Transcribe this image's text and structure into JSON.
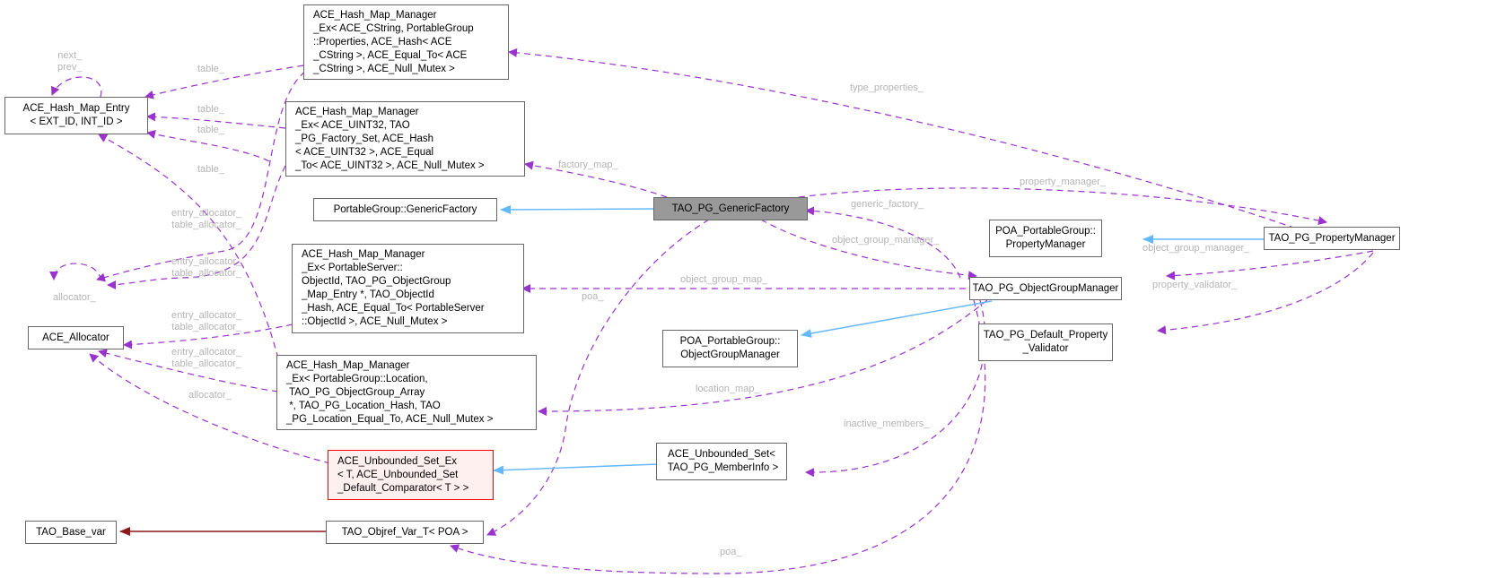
{
  "colors": {
    "usage_edge": "#9a32cd",
    "inherit_edge": "#63b8ff",
    "template_edge": "#8b1a1a",
    "edge_label": "#b4b4b4",
    "node_border": "#666666",
    "focus_fill": "#999999",
    "incomplete_border": "#ff0000",
    "incomplete_fill": "#fff0f0"
  },
  "nodes": {
    "hash_map_entry": "ACE_Hash_Map_Entry\n< EXT_ID, INT_ID >",
    "allocator": "ACE_Allocator",
    "base_var": "TAO_Base_var",
    "hmm_cstring": "ACE_Hash_Map_Manager\n_Ex< ACE_CString, PortableGroup\n::Properties, ACE_Hash< ACE\n_CString >, ACE_Equal_To< ACE\n_CString >, ACE_Null_Mutex >",
    "hmm_uint32": "ACE_Hash_Map_Manager\n_Ex< ACE_UINT32, TAO\n_PG_Factory_Set, ACE_Hash\n< ACE_UINT32 >, ACE_Equal\n_To< ACE_UINT32 >, ACE_Null_Mutex >",
    "generic_factory_iface": "PortableGroup::GenericFactory",
    "hmm_objectid": "ACE_Hash_Map_Manager\n_Ex< PortableServer::\nObjectId, TAO_PG_ObjectGroup\n_Map_Entry *, TAO_ObjectId\n_Hash, ACE_Equal_To< PortableServer\n::ObjectId >, ACE_Null_Mutex >",
    "hmm_location": "ACE_Hash_Map_Manager\n_Ex< PortableGroup::Location,\n TAO_PG_ObjectGroup_Array\n *, TAO_PG_Location_Hash, TAO\n_PG_Location_Equal_To, ACE_Null_Mutex >",
    "unbounded_set_ex": "ACE_Unbounded_Set_Ex\n< T, ACE_Unbounded_Set\n_Default_Comparator< T > >",
    "objref_var": "TAO_Objref_Var_T< POA >",
    "generic_factory": "TAO_PG_GenericFactory",
    "poa_ogm": "POA_PortableGroup::\nObjectGroupManager",
    "unbounded_set_member": "ACE_Unbounded_Set<\n TAO_PG_MemberInfo >",
    "poa_pm": "POA_PortableGroup::\nPropertyManager",
    "object_group_manager": "TAO_PG_ObjectGroupManager",
    "default_validator": "TAO_PG_Default_Property\n_Validator",
    "property_manager": "TAO_PG_PropertyManager"
  },
  "edge_labels": {
    "next_prev": "next_\nprev_",
    "table_1": "table_",
    "table_2": "table_",
    "table_3": "table_",
    "table_4": "table_",
    "alloc_self": "allocator_",
    "alloc_pair_1": "entry_allocator_\ntable_allocator_",
    "alloc_pair_2": "entry_allocator_\ntable_allocator_",
    "alloc_pair_3": "entry_allocator_\ntable_allocator_",
    "alloc_pair_4": "entry_allocator_\ntable_allocator_",
    "allocator_us": "allocator_",
    "type_properties": "type_properties_",
    "factory_map": "factory_map_",
    "property_manager": "property_manager_",
    "generic_factory": "generic_factory_",
    "object_group_manager_1": "object_group_manager_",
    "object_group_manager_2": "object_group_manager_",
    "object_group_map": "object_group_map_",
    "property_validator": "property_validator_",
    "poa_1": "poa_",
    "location_map": "location_map_",
    "inactive_members": "inactive_members_",
    "poa_2": "poa_"
  }
}
